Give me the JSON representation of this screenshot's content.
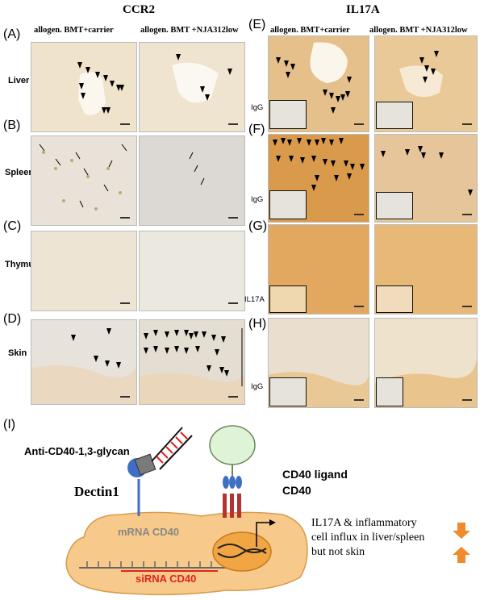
{
  "headers": {
    "ccr2": "CCR2",
    "il17a": "IL17A"
  },
  "subheaders": {
    "carrier": "allogen. BMT+carrier",
    "nja": "allogen. BMT +NJA312low"
  },
  "panel_letters": {
    "a": "(A)",
    "b": "(B)",
    "c": "(C)",
    "d": "(D)",
    "e": "(E)",
    "f": "(F)",
    "g": "(G)",
    "h": "(H)",
    "i": "(I)"
  },
  "row_labels": {
    "liver": "Liver",
    "spleen": "Spleen",
    "thymus": "Thymus",
    "skin": "Skin"
  },
  "inset_labels": {
    "e": "IgG",
    "f": "IgG",
    "g": "IL17A",
    "h": "IgG"
  },
  "diagram": {
    "anti_cd40": "Anti-CD40-1,3-glycan",
    "dectin1": "Dectin1",
    "cd40_ligand": "CD40 ligand",
    "cd40": "CD40",
    "mrna": "mRNA CD40",
    "sirna": "siRNA CD40",
    "effect_line1": "IL17A & inflammatory",
    "effect_line2": "cell influx in liver/spleen",
    "effect_line3": "but not skin"
  },
  "colors": {
    "cell": "#f7c98b",
    "cell_border": "#d79b4a",
    "mrna_text": "#888888",
    "sirna_text": "#e0231c",
    "receptor_blue": "#3e6fc4",
    "ligand_green": "#dff3d6",
    "cd40_red": "#b53232",
    "arrow_orange": "#f08a2b"
  }
}
